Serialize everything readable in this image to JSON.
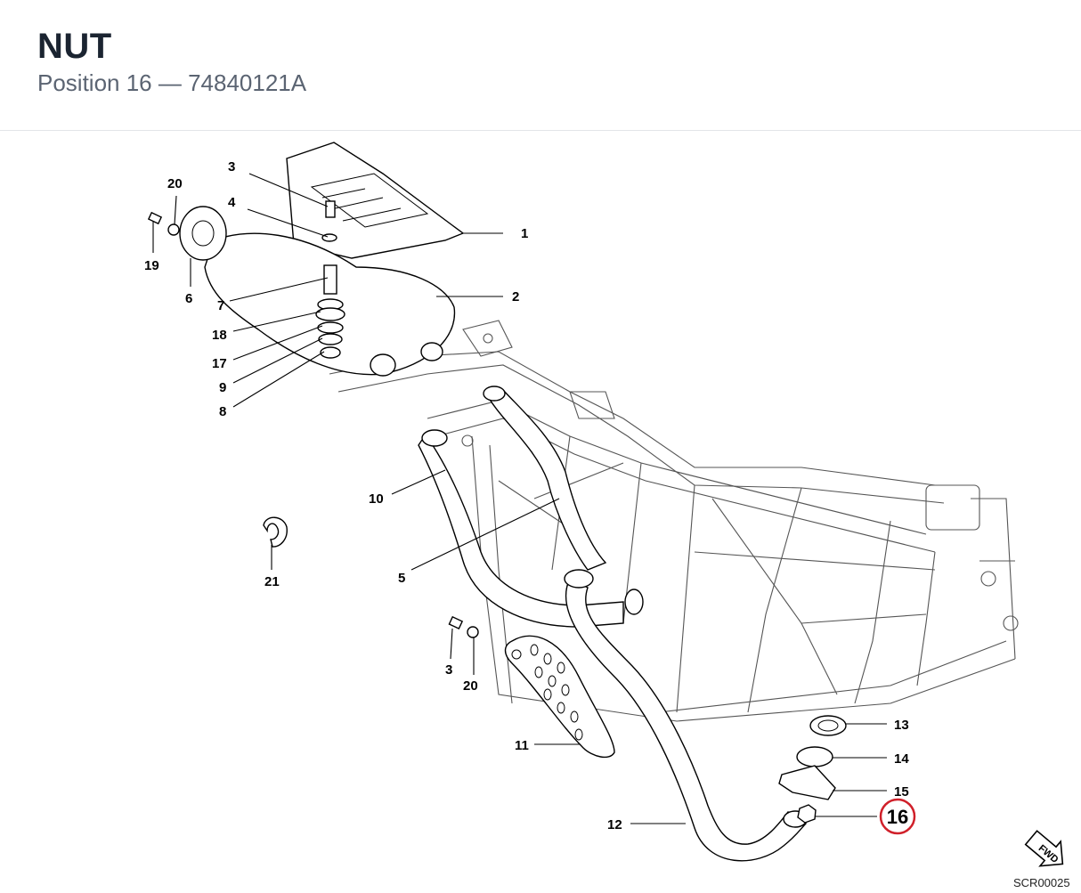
{
  "header": {
    "title": "NUT",
    "subtitle": "Position 16 — 74840121A"
  },
  "diagram": {
    "callouts": [
      "1",
      "2",
      "3",
      "4",
      "5",
      "6",
      "7",
      "8",
      "9",
      "10",
      "11",
      "12",
      "13",
      "14",
      "15",
      "16",
      "17",
      "18",
      "19",
      "20",
      "21",
      "3",
      "20"
    ],
    "highlighted": "16",
    "highlight_color": "#d0202a",
    "drawing_code": "SCR00025",
    "fwd_label": "FWD"
  }
}
